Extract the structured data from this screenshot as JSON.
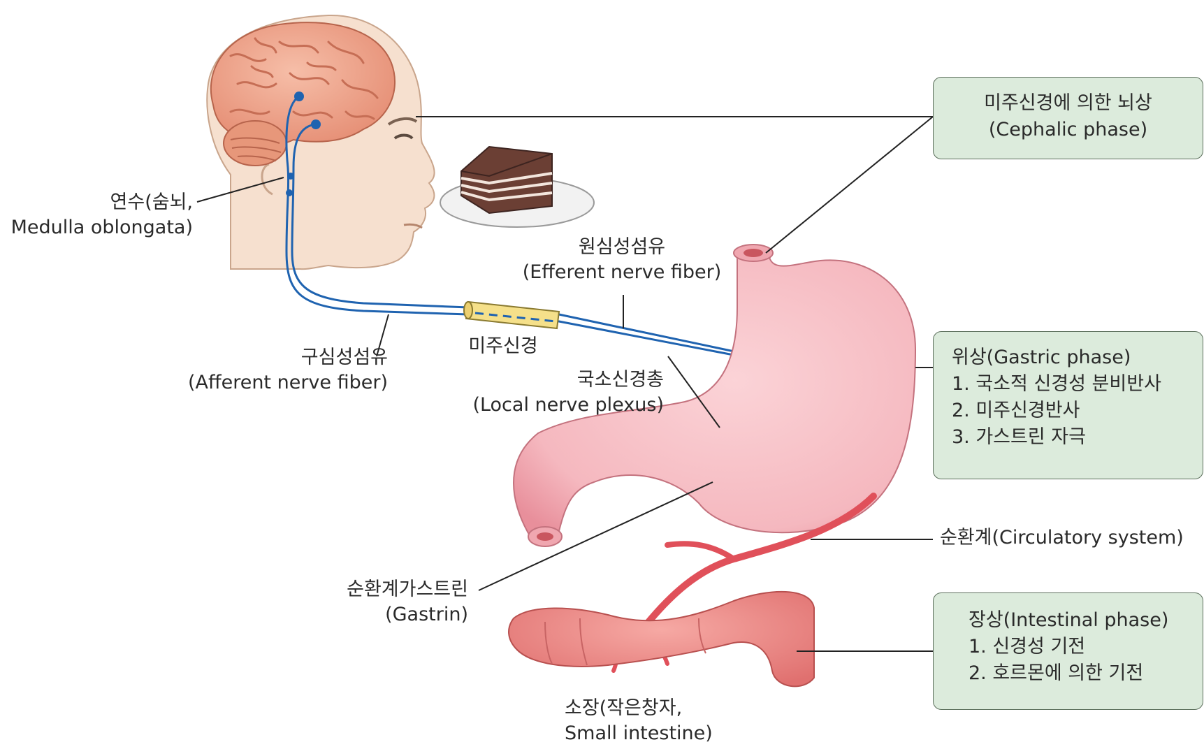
{
  "phases": {
    "cephalic": {
      "title": "미주신경에 의한 뇌상",
      "subtitle": "(Cephalic phase)"
    },
    "gastric": {
      "title": "위상(Gastric phase)",
      "items": [
        "1. 국소적 신경성 분비반사",
        "2. 미주신경반사",
        "3. 가스트린 자극"
      ]
    },
    "intestinal": {
      "title": "장상(Intestinal phase)",
      "items": [
        "1. 신경성 기전",
        "2. 호르몬에 의한 기전"
      ]
    }
  },
  "labels": {
    "medulla": {
      "ko": "연수(숨뇌,",
      "en": "Medulla oblongata)"
    },
    "efferent": {
      "ko": "원심성섬유",
      "en": "(Efferent nerve fiber)"
    },
    "afferent": {
      "ko": "구심성섬유",
      "en": "(Afferent nerve fiber)"
    },
    "vagus": {
      "ko": "미주신경"
    },
    "plexus": {
      "ko": "국소신경총",
      "en": "(Local nerve plexus)"
    },
    "circulatory": {
      "ko": "순환계(Circulatory system)"
    },
    "gastrin": {
      "ko": "순환계가스트린",
      "en": "(Gastrin)"
    },
    "small_intestine": {
      "ko": "소장(작은창자,",
      "en": "Small intestine)"
    }
  },
  "colors": {
    "box_fill": "#dcebdc",
    "box_border": "#5c6f5c",
    "nerve": "#1f63b0",
    "stomach": "#f4b4bb",
    "artery": "#e0505a",
    "intestine": "#ec8f8f",
    "brain": "#ef9f86",
    "skin": "#f6e0cf"
  }
}
